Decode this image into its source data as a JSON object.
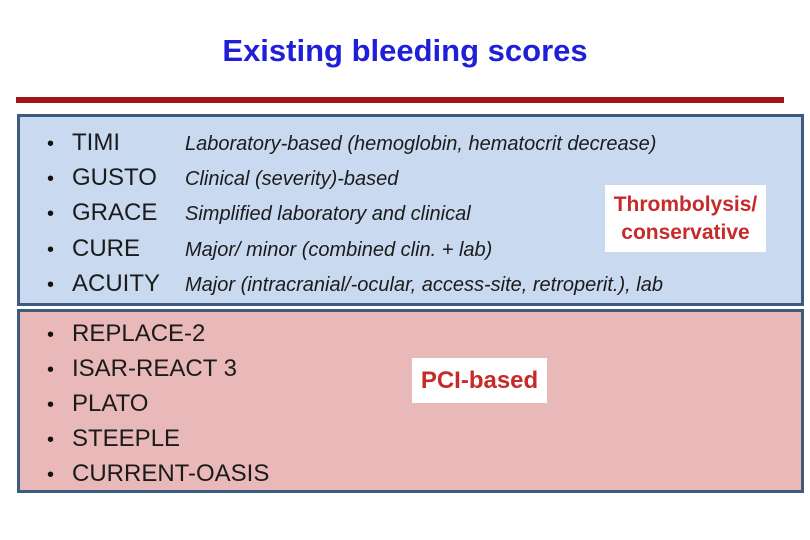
{
  "title": "Existing bleeding scores",
  "ui": {
    "bullet": "•"
  },
  "colors": {
    "title_blue": "#1f1fd9",
    "divider_red": "#9e1616",
    "box_border_blue": "#3d5c7d",
    "thrombolysis_box_bg": "#c9d9f0",
    "pci_box_bg": "#e8b9b8",
    "label_text_red": "#c62a2a",
    "list_text": "#1b1b1b"
  },
  "thrombolysis_group": {
    "label_line1": "Thrombolysis/",
    "label_line2": "conservative",
    "items": [
      {
        "name": "TIMI",
        "desc": "Laboratory-based (hemoglobin, hematocrit decrease)"
      },
      {
        "name": "GUSTO",
        "desc": "Clinical (severity)-based"
      },
      {
        "name": "GRACE",
        "desc": "Simplified laboratory and clinical"
      },
      {
        "name": "CURE",
        "desc": "Major/ minor (combined clin. + lab)"
      },
      {
        "name": "ACUITY",
        "desc": "Major (intracranial/-ocular, access-site, retroperit.), lab"
      }
    ]
  },
  "pci_group": {
    "label": "PCI-based",
    "items": [
      {
        "name": "REPLACE-2"
      },
      {
        "name": "ISAR-REACT 3"
      },
      {
        "name": "PLATO"
      },
      {
        "name": "STEEPLE"
      },
      {
        "name": "CURRENT-OASIS"
      }
    ]
  }
}
